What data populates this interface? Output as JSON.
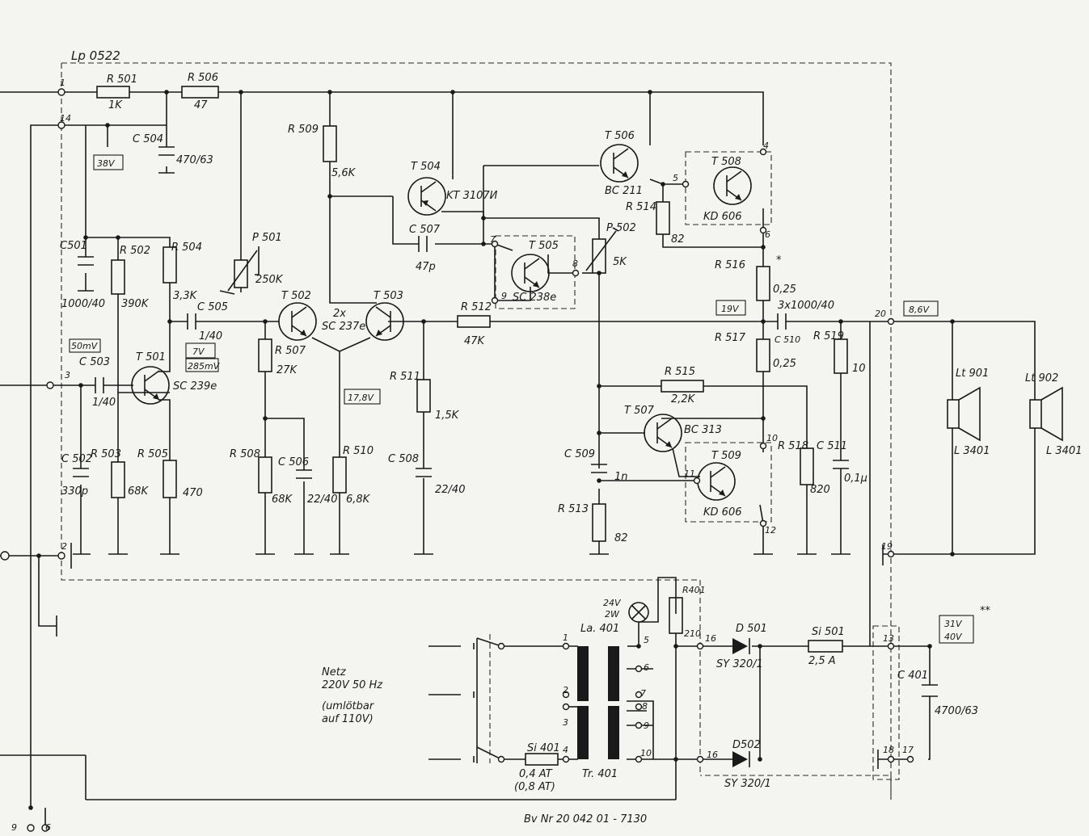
{
  "board_label": "Lp 0522",
  "footer_label": "Bv Nr 20 042 01 - 7130",
  "mains_label": [
    "Netz",
    "220V 50 Hz",
    "(umlötbar",
    "auf 110V)"
  ],
  "lamp_rating": [
    "24V",
    "2W"
  ],
  "voltages": [
    "38V",
    "50mV",
    "7V",
    "285mV",
    "17,8V",
    "19V",
    "8,6V",
    "31V",
    "40V"
  ],
  "marks": [
    "*",
    "**"
  ],
  "resistors": {
    "r501": {
      "name": "R 501",
      "value": "1K"
    },
    "r506": {
      "name": "R 506",
      "value": "47"
    },
    "r509": {
      "name": "R 509",
      "value": "5,6K"
    },
    "r502": {
      "name": "R 502",
      "value": "390K"
    },
    "r504": {
      "name": "R 504",
      "value": "3,3K"
    },
    "p501": {
      "name": "P 501",
      "value": "250K"
    },
    "r507": {
      "name": "R 507",
      "value": "27K"
    },
    "r503": {
      "name": "R 503",
      "value": "68K"
    },
    "r505": {
      "name": "R 505",
      "value": "470"
    },
    "r508": {
      "name": "R 508",
      "value": "68K"
    },
    "r510": {
      "name": "R 510",
      "value": "6,8K"
    },
    "r511": {
      "name": "R 511",
      "value": "1,5K"
    },
    "r512": {
      "name": "R 512",
      "value": "47K"
    },
    "p502": {
      "name": "P 502",
      "value": "5K"
    },
    "r514": {
      "name": "R 514",
      "value": "82"
    },
    "r516": {
      "name": "R 516",
      "value": "0,25"
    },
    "r517": {
      "name": "R 517",
      "value": "0,25"
    },
    "r515": {
      "name": "R 515",
      "value": "2,2K"
    },
    "r513": {
      "name": "R 513",
      "value": "82"
    },
    "r518": {
      "name": "R 518",
      "value": "820"
    },
    "r519": {
      "name": "R 519",
      "value": "10"
    },
    "r401": {
      "name": "R401",
      "value": "210"
    }
  },
  "capacitors": {
    "c504": {
      "name": "C 504",
      "value": "470/63"
    },
    "c501": {
      "name": "C501",
      "value": "1000/40"
    },
    "c503": {
      "name": "C 503",
      "value": "1/40"
    },
    "c505": {
      "name": "C 505",
      "value": "1/40"
    },
    "c502": {
      "name": "C 502",
      "value": "330p"
    },
    "c506": {
      "name": "C 506",
      "value": "22/40"
    },
    "c507": {
      "name": "C 507",
      "value": "47p"
    },
    "c508": {
      "name": "C 508",
      "value": "22/40"
    },
    "c509": {
      "name": "C 509",
      "value": "1n"
    },
    "c510": {
      "name": "C 510",
      "value": "3x1000/40"
    },
    "c511": {
      "name": "C 511",
      "value": "0,1µ"
    },
    "c401": {
      "name": "C 401",
      "value": "4700/63"
    }
  },
  "transistors": {
    "t501": {
      "name": "T 501",
      "type": "SC 239e"
    },
    "t502": {
      "name": "T 502",
      "type": ""
    },
    "t503": {
      "name": "T 503",
      "type": ""
    },
    "pair": {
      "count": "2x",
      "type": "SC 237e"
    },
    "t504": {
      "name": "T 504",
      "type": "KT 3107И"
    },
    "t505": {
      "name": "T 505",
      "type": "SC 238e"
    },
    "t506": {
      "name": "T 506",
      "type": "BC 211"
    },
    "t507": {
      "name": "T 507",
      "type": "BC 313"
    },
    "t508": {
      "name": "T 508",
      "type": "KD 606"
    },
    "t509": {
      "name": "T 509",
      "type": "KD 606"
    }
  },
  "power": {
    "lamp": "La. 401",
    "transformer": "Tr. 401",
    "fuse_primary": {
      "name": "Si 401",
      "value": "0,4 AT",
      "alt": "(0,8 AT)"
    },
    "fuse_secondary": {
      "name": "Si 501",
      "value": "2,5 A"
    },
    "d501": {
      "name": "D 501",
      "type": "SY 320/1"
    },
    "d502": {
      "name": "D502",
      "type": "SY 320/1"
    }
  },
  "speakers": {
    "lt901": {
      "name": "Lt 901",
      "type": "L 3401"
    },
    "lt902": {
      "name": "Lt 902",
      "type": "L 3401"
    }
  },
  "pins": {
    "p1": "1",
    "p14": "14",
    "p3": "3",
    "p2": "2",
    "p7": "7",
    "p8": "8",
    "p9": "9",
    "p5": "5",
    "p4": "4",
    "p6": "6",
    "p10": "10",
    "p11": "11",
    "p12": "12",
    "p20": "20",
    "p19": "19",
    "p13": "13",
    "p18": "18",
    "p17": "17",
    "p16a": "16",
    "p16b": "16",
    "tr1": "1",
    "tr2": "2",
    "tr3": "3",
    "tr4": "4",
    "tr5": "5",
    "tr6": "6",
    "tr7": "7",
    "tr8": "8",
    "tr9": "9",
    "tr10": "10",
    "b9": "9",
    "b6": "6"
  }
}
